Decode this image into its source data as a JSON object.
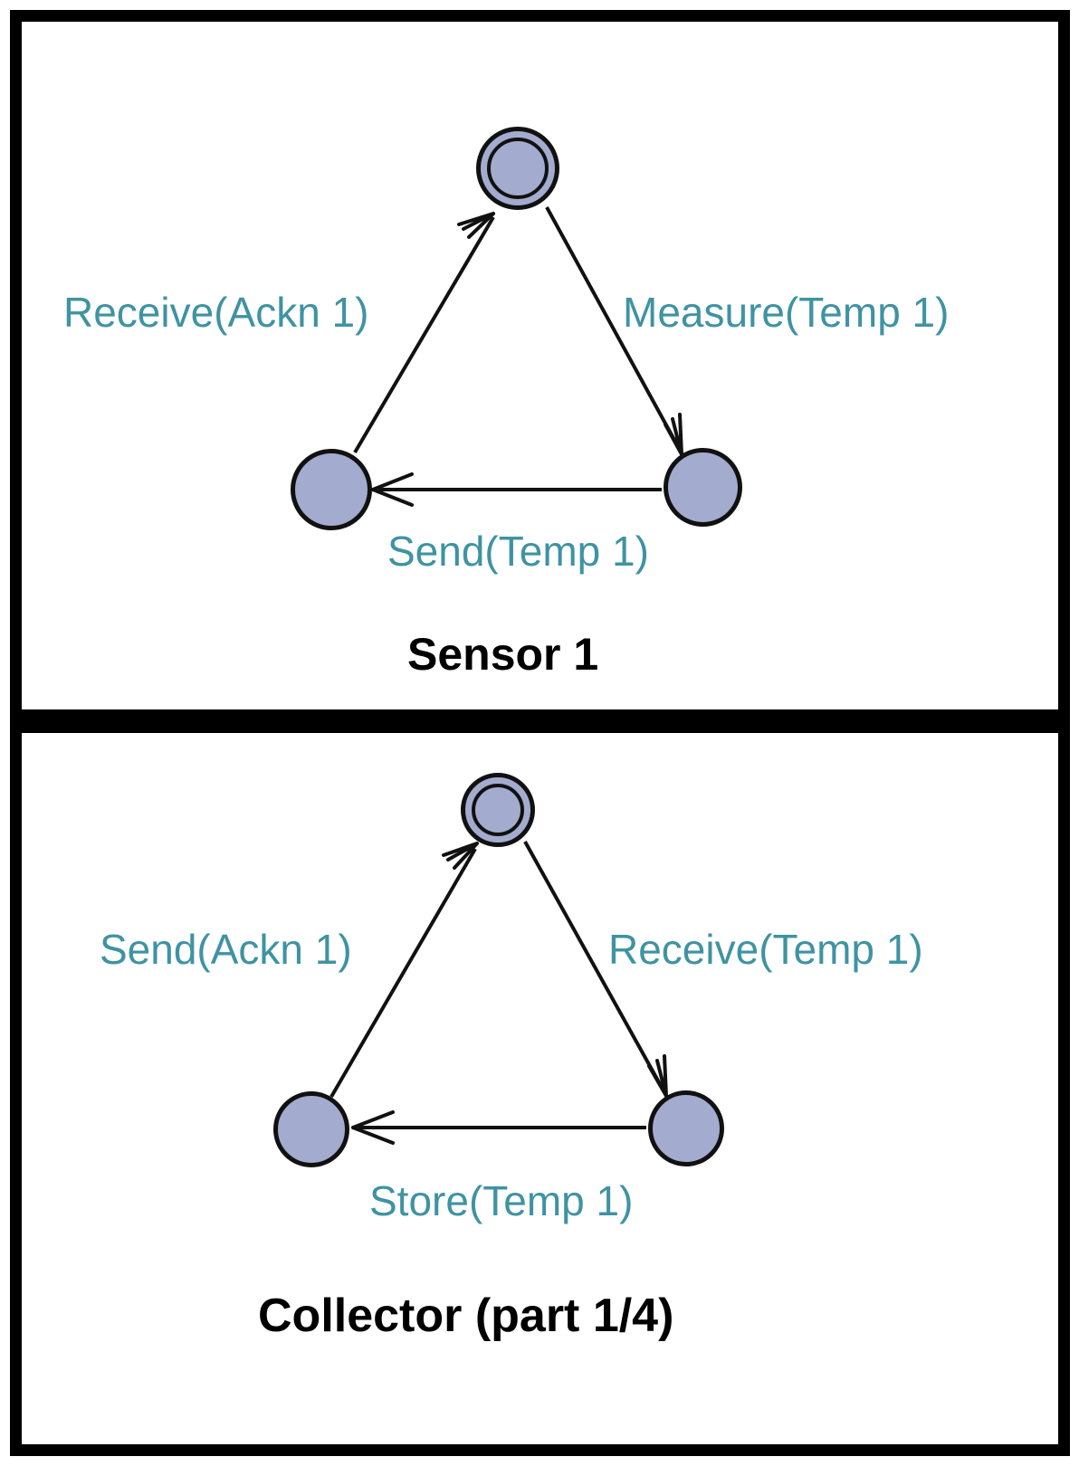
{
  "figure": {
    "title": "State machine diagrams for Sensor 1 and Collector",
    "label_color": "#3f93a2",
    "node_fill_color": "#a3acce",
    "node_stroke_color": "#111111",
    "frame_color": "#000000",
    "background_color": "#ffffff"
  },
  "panels": [
    {
      "id": "sensor-1",
      "caption": "Sensor 1",
      "nodes": [
        {
          "id": "top",
          "kind": "final-state",
          "shape": "double-circle"
        },
        {
          "id": "left",
          "kind": "state",
          "shape": "circle"
        },
        {
          "id": "right",
          "kind": "state",
          "shape": "circle"
        }
      ],
      "transitions": [
        {
          "id": "left-to-top",
          "from": "left",
          "to": "top",
          "label": "Receive(Ackn 1)"
        },
        {
          "id": "top-to-right",
          "from": "top",
          "to": "right",
          "label": "Measure(Temp 1)"
        },
        {
          "id": "right-to-left",
          "from": "right",
          "to": "left",
          "label": "Send(Temp 1)"
        }
      ]
    },
    {
      "id": "collector",
      "caption": "Collector (part 1/4)",
      "nodes": [
        {
          "id": "top",
          "kind": "final-state",
          "shape": "double-circle"
        },
        {
          "id": "left",
          "kind": "state",
          "shape": "circle"
        },
        {
          "id": "right",
          "kind": "state",
          "shape": "circle"
        }
      ],
      "transitions": [
        {
          "id": "left-to-top",
          "from": "left",
          "to": "top",
          "label": "Send(Ackn 1)"
        },
        {
          "id": "top-to-right",
          "from": "top",
          "to": "right",
          "label": "Receive(Temp 1)"
        },
        {
          "id": "right-to-left",
          "from": "right",
          "to": "left",
          "label": "Store(Temp 1)"
        }
      ]
    }
  ]
}
